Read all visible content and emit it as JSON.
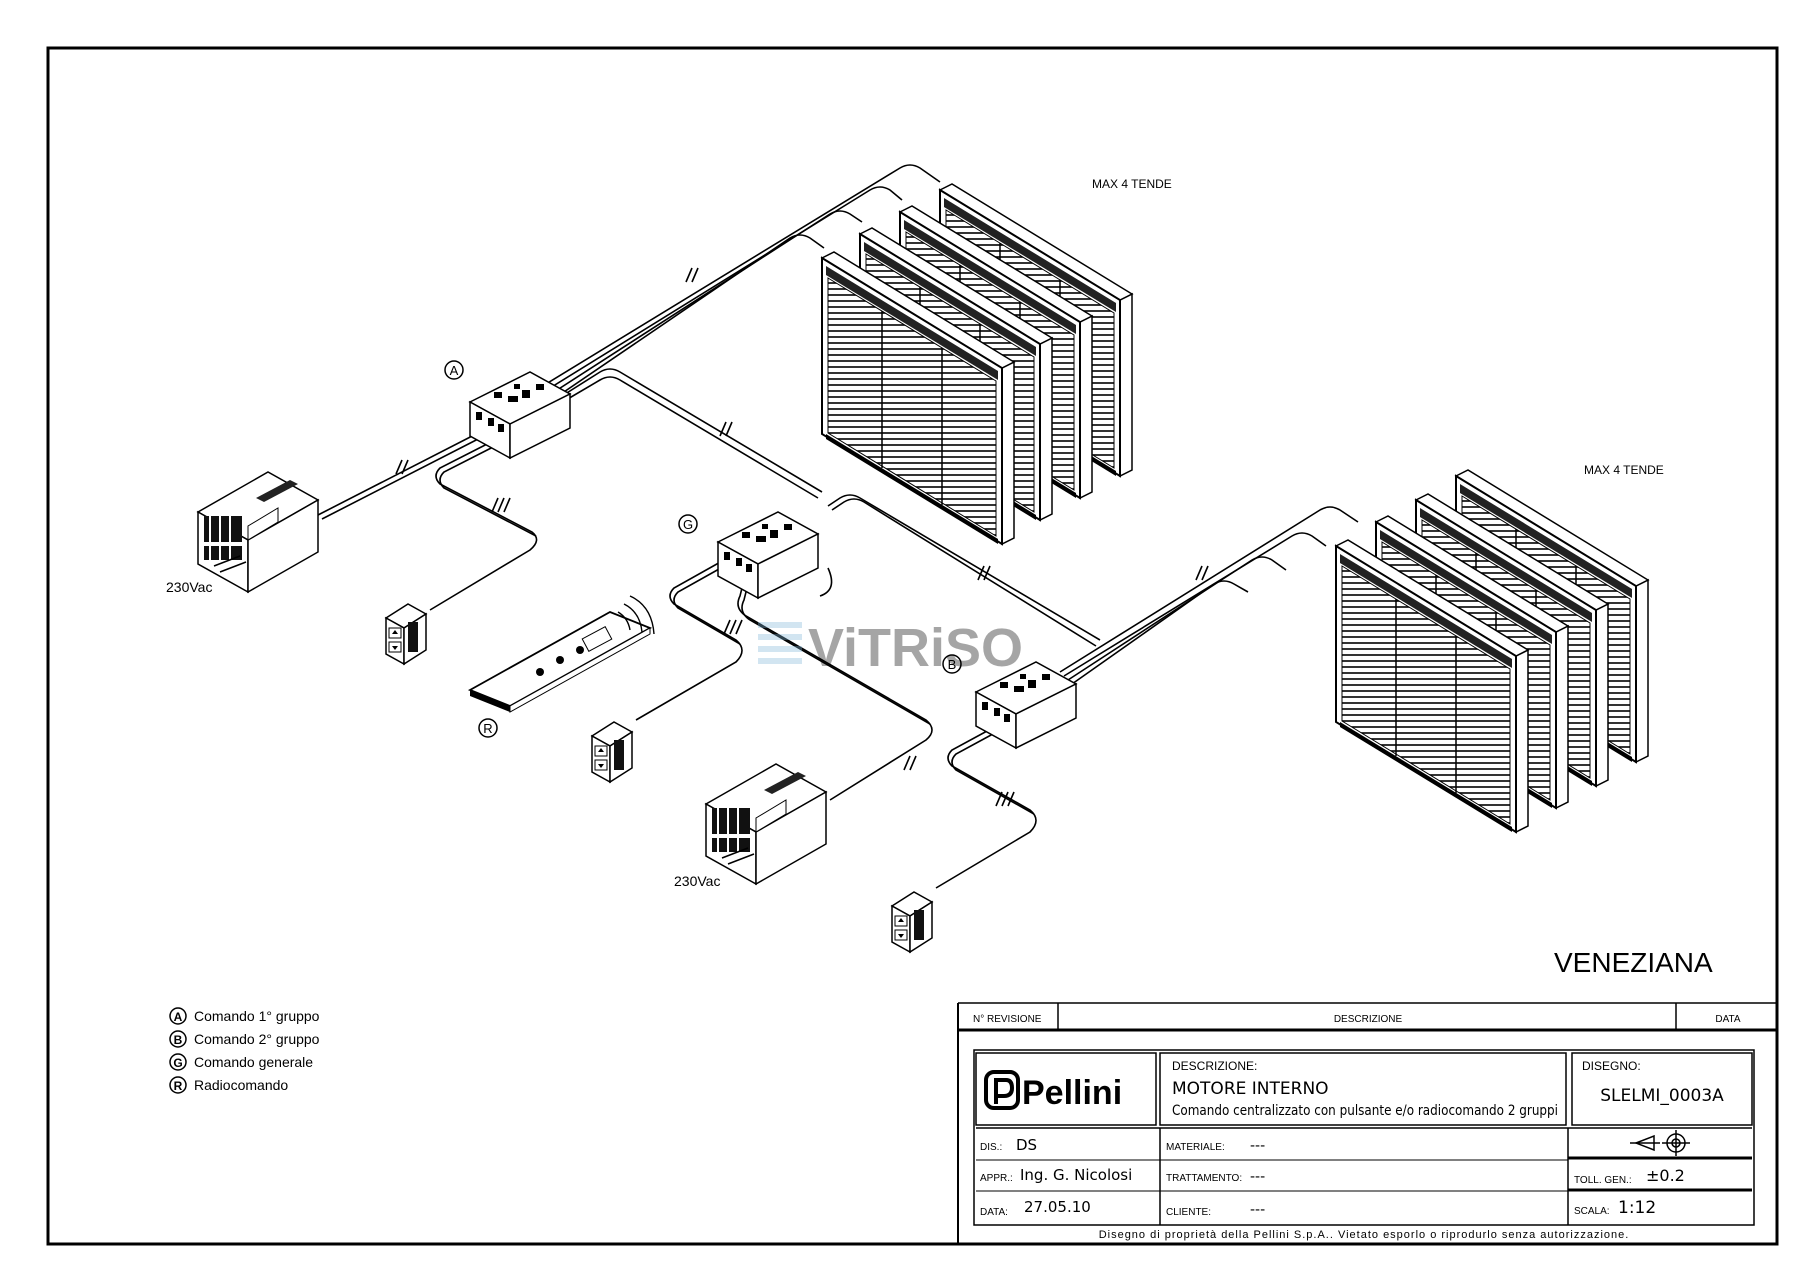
{
  "diagram": {
    "groups_label_a": "MAX 4 TENDE",
    "groups_label_b": "MAX 4 TENDE",
    "power_label_1": "230Vac",
    "power_label_2": "230Vac",
    "node_a": "A",
    "node_b": "B",
    "node_g": "G",
    "node_r": "R",
    "watermark": "ViTRiSO",
    "type_title": "VENEZIANA"
  },
  "legend": [
    {
      "key": "A",
      "text": "Comando 1° gruppo"
    },
    {
      "key": "B",
      "text": "Comando 2° gruppo"
    },
    {
      "key": "G",
      "text": "Comando generale"
    },
    {
      "key": "R",
      "text": "Radiocomando"
    }
  ],
  "title_block": {
    "rev_header": "N° REVISIONE",
    "desc_header": "DESCRIZIONE",
    "date_header": "DATA",
    "brand": "Pellini",
    "descrizione_label": "DESCRIZIONE:",
    "descrizione_line1": "MOTORE INTERNO",
    "descrizione_line2": "Comando centralizzato con pulsante e/o radiocomando 2 gruppi",
    "disegno_label": "DISEGNO:",
    "disegno_value": "SLELMI_0003A",
    "dis_label": "DIS.:",
    "dis_value": "DS",
    "appr_label": "APPR.:",
    "appr_value": "Ing. G. Nicolosi",
    "data_label": "DATA:",
    "data_value": "27.05.10",
    "materiale_label": "MATERIALE:",
    "materiale_value": "---",
    "trattamento_label": "TRATTAMENTO:",
    "trattamento_value": "---",
    "cliente_label": "CLIENTE:",
    "cliente_value": "---",
    "toll_label": "TOLL. GEN.:",
    "toll_value": "±0.2",
    "scala_label": "SCALA:",
    "scala_value": "1:12",
    "footer": "Disegno di proprietà della Pellini S.p.A.. Vietato esporlo o riprodurlo senza autorizzazione."
  }
}
